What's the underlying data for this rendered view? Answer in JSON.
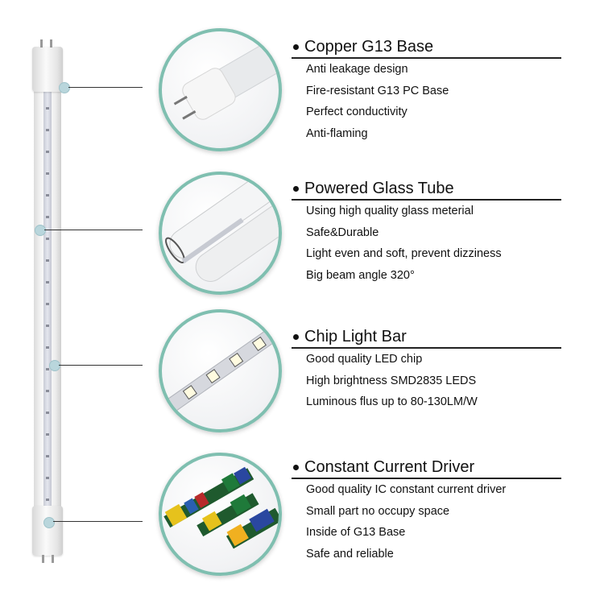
{
  "product": "LED T8 Tube",
  "colors": {
    "circle_border": "#7fbfb0",
    "callout_dot": "#b9d6dc",
    "text": "#111111"
  },
  "features": [
    {
      "title": "Copper G13 Base",
      "image": "tube-end-cap-with-pins",
      "items": [
        "Anti leakage design",
        "Fire-resistant G13 PC Base",
        "Perfect conductivity",
        "Anti-flaming"
      ]
    },
    {
      "title": "Powered Glass Tube",
      "image": "glass-tube-cutaway",
      "items": [
        "Using high quality glass meterial",
        "Safe&Durable",
        "Light even and soft, prevent dizziness",
        "Big beam angle 320°"
      ]
    },
    {
      "title": "Chip Light Bar",
      "image": "led-chip-strip",
      "items": [
        "Good quality LED chip",
        "High brightness SMD2835 LEDS",
        "Luminous flus up to 80-130LM/W"
      ]
    },
    {
      "title": "Constant Current Driver",
      "image": "driver-circuit-boards",
      "items": [
        "Good quality IC constant current driver",
        "Small part no occupy space",
        "Inside of G13 Base",
        "Safe and reliable"
      ]
    }
  ]
}
